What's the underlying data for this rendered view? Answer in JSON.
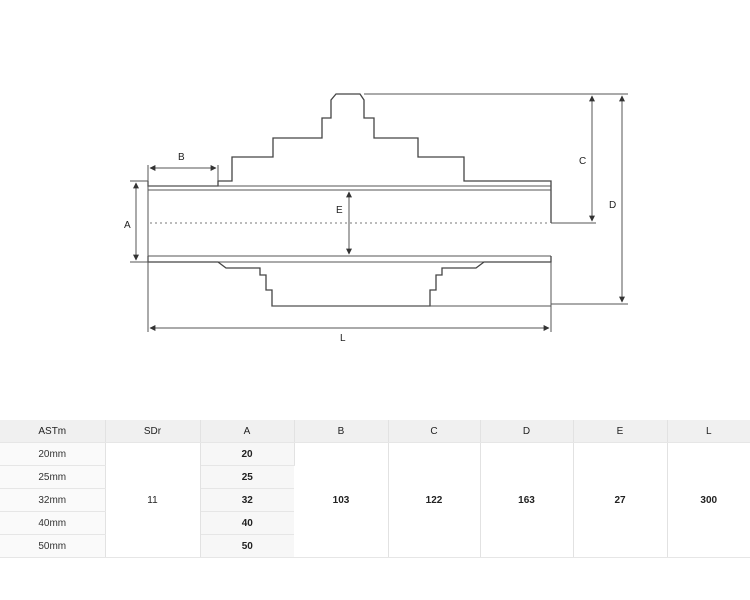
{
  "drawing": {
    "labels": {
      "a": "A",
      "b": "B",
      "c": "C",
      "d": "D",
      "e": "E",
      "l": "L"
    }
  },
  "table": {
    "headers": [
      "ASTm",
      "SDr",
      "A",
      "B",
      "C",
      "D",
      "E",
      "L"
    ],
    "sizes": [
      "20mm",
      "25mm",
      "32mm",
      "40mm",
      "50mm"
    ],
    "a_values": [
      "20",
      "25",
      "32",
      "40",
      "50"
    ],
    "sdr": "11",
    "b": "103",
    "c": "122",
    "d": "163",
    "e": "27",
    "l": "300"
  }
}
